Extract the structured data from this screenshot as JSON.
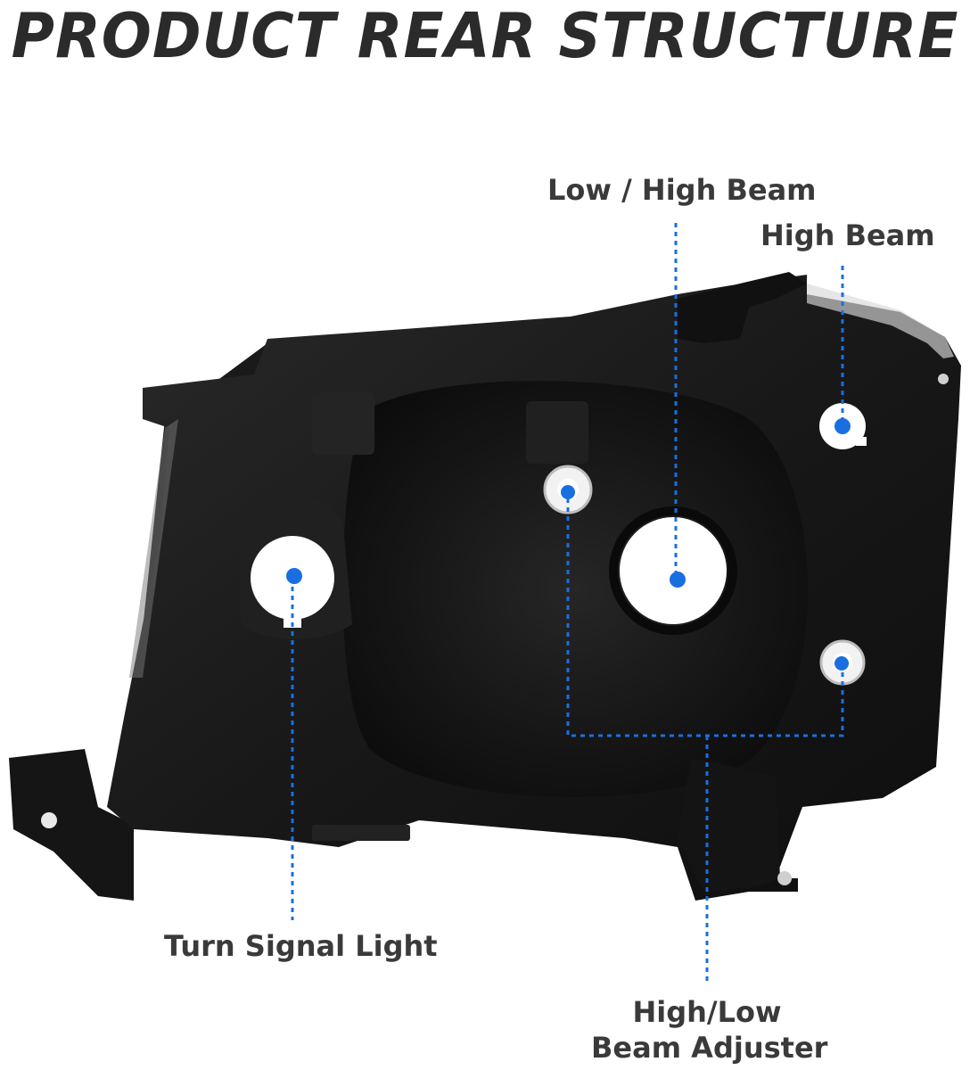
{
  "header": {
    "title": "PRODUCT REAR STRUCTURE"
  },
  "callouts": {
    "low_high_beam": "Low / High Beam",
    "high_beam": "High Beam",
    "turn_signal": "Turn Signal Light",
    "adjuster_line1": "High/Low",
    "adjuster_line2": "Beam Adjuster"
  },
  "colors": {
    "accent": "#1a6fe0",
    "housing": "#1c1c1c",
    "text": "#3a3a3a"
  }
}
